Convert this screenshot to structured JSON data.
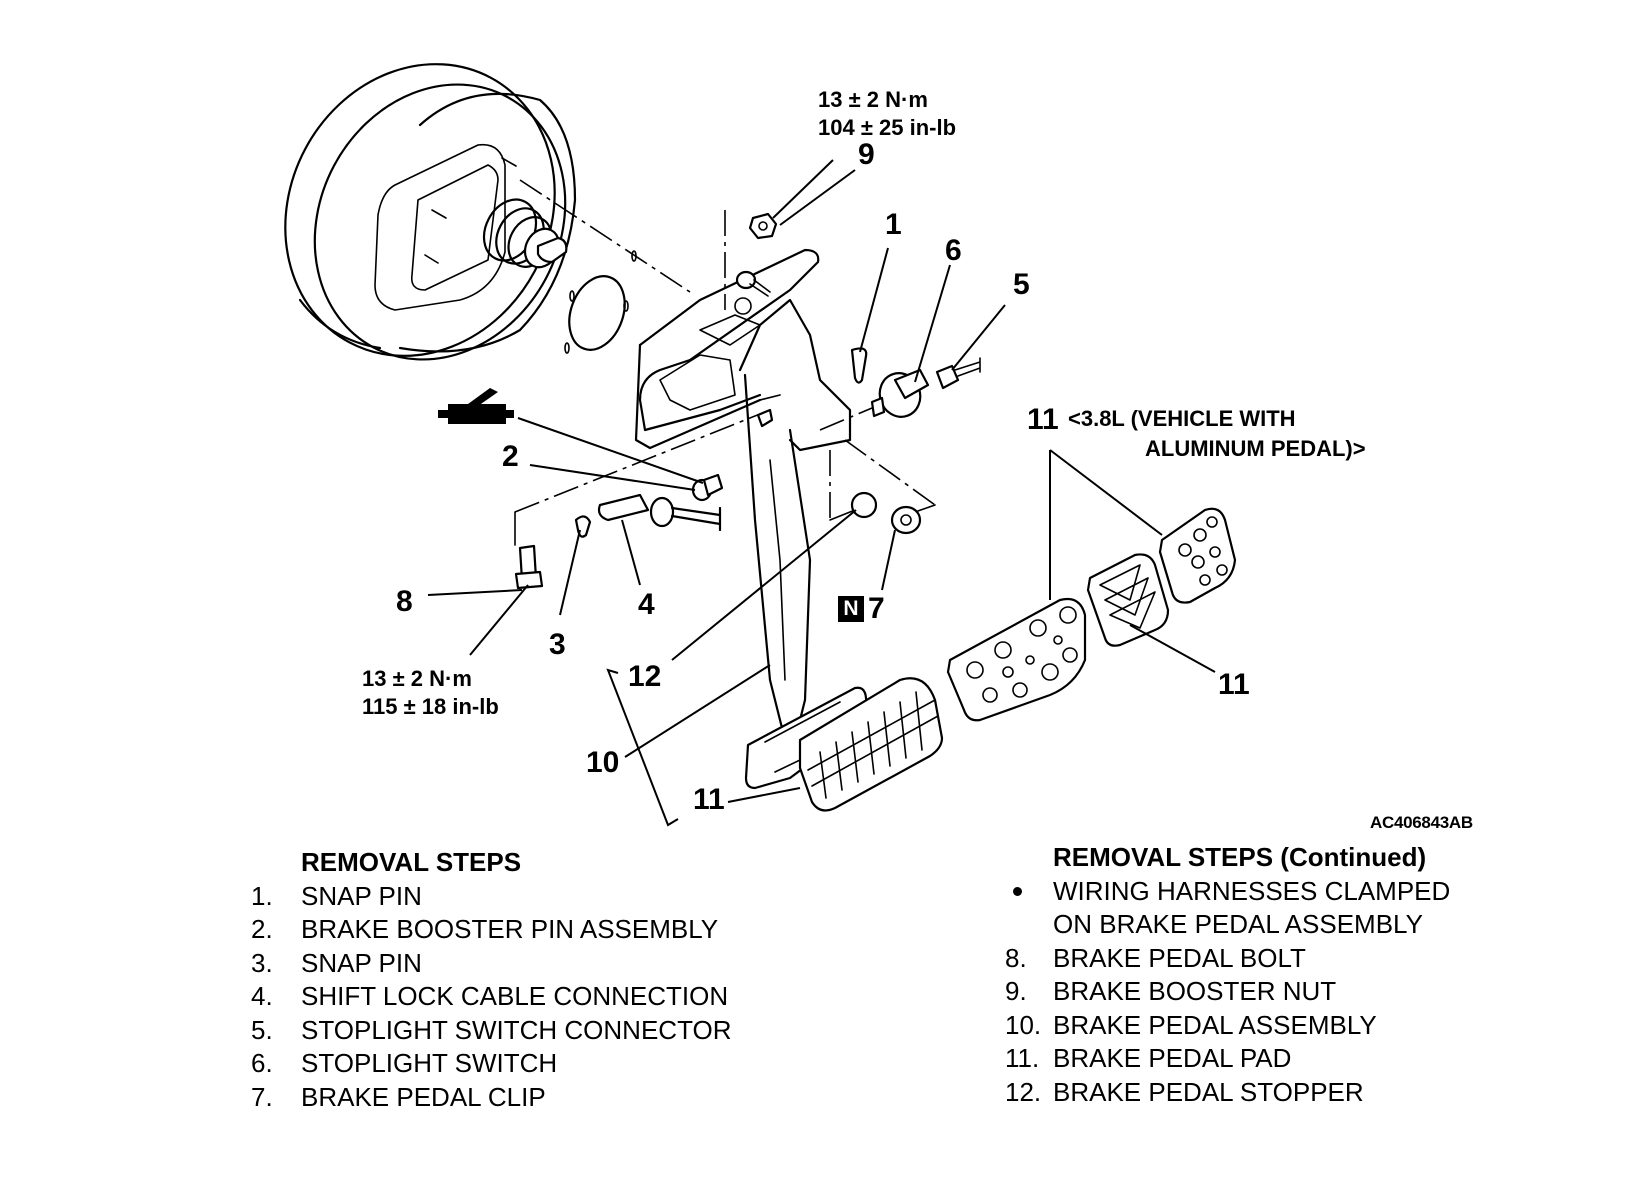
{
  "figure": {
    "id_code": "AC406843AB",
    "callouts": {
      "c1": "1",
      "c2": "2",
      "c3": "3",
      "c4": "4",
      "c5": "5",
      "c6": "6",
      "c7": "7",
      "c8": "8",
      "c9": "9",
      "c10": "10",
      "c11_alu": "11",
      "c11_right": "11",
      "c11_bottom": "11",
      "c12": "12"
    },
    "n_badge": "N",
    "torque_nut": {
      "metric": "13 ± 2 N·m",
      "imperial": "104 ± 25 in-lb"
    },
    "torque_bolt": {
      "metric": "13 ± 2 N·m",
      "imperial": "115 ± 18 in-lb"
    },
    "aluminum_note": {
      "line1": "<3.8L (VEHICLE WITH",
      "line2": "ALUMINUM PEDAL)>"
    },
    "icons": {
      "booster": "brake-booster-icon",
      "grease": "grease-gun-icon",
      "pedal": "brake-pedal-assembly-icon"
    }
  },
  "steps_left": {
    "title": "REMOVAL STEPS",
    "items": [
      {
        "num": "1.",
        "label": "SNAP PIN"
      },
      {
        "num": "2.",
        "label": "BRAKE BOOSTER PIN ASSEMBLY"
      },
      {
        "num": "3.",
        "label": "SNAP PIN"
      },
      {
        "num": "4.",
        "label": "SHIFT LOCK CABLE CONNECTION"
      },
      {
        "num": "5.",
        "label": "STOPLIGHT SWITCH CONNECTOR"
      },
      {
        "num": "6.",
        "label": "STOPLIGHT SWITCH"
      },
      {
        "num": "7.",
        "label": "BRAKE PEDAL CLIP"
      }
    ]
  },
  "steps_right": {
    "title": "REMOVAL STEPS (Continued)",
    "bullet": {
      "line1": "WIRING HARNESSES CLAMPED",
      "line2": "ON BRAKE PEDAL ASSEMBLY"
    },
    "items": [
      {
        "num": "8.",
        "label": "BRAKE PEDAL BOLT"
      },
      {
        "num": "9.",
        "label": "BRAKE BOOSTER NUT"
      },
      {
        "num": "10.",
        "label": "BRAKE PEDAL ASSEMBLY"
      },
      {
        "num": "11.",
        "label": "BRAKE PEDAL PAD"
      },
      {
        "num": "12.",
        "label": "BRAKE PEDAL STOPPER"
      }
    ]
  }
}
